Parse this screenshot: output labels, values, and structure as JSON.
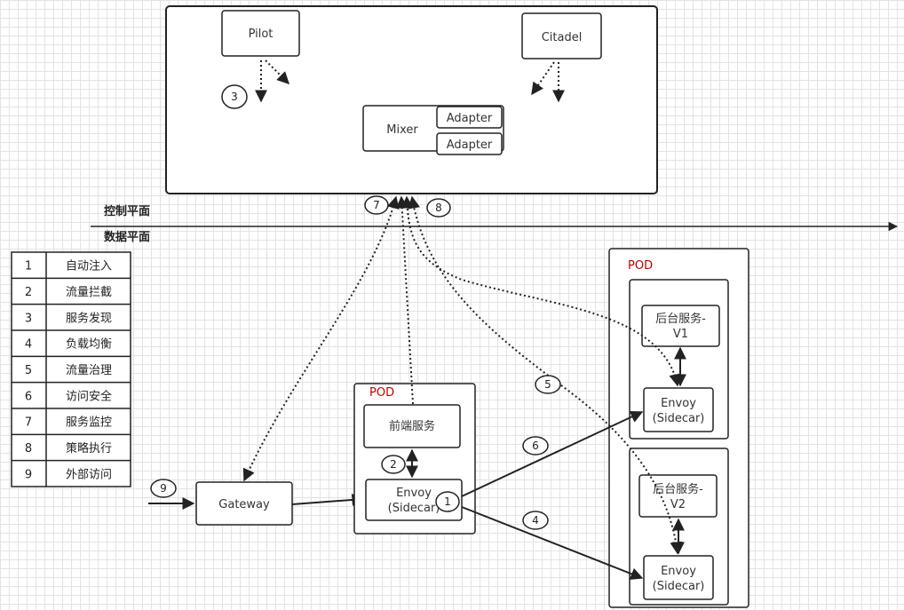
{
  "control_plane": {
    "pilot": "Pilot",
    "citadel": "Citadel",
    "mixer": "Mixer",
    "adapter_1": "Adapter",
    "adapter_2": "Adapter"
  },
  "plane_labels": {
    "control": "控制平面",
    "data": "数据平面"
  },
  "gateway": "Gateway",
  "frontend_pod": {
    "label": "POD",
    "service": "前端服务",
    "envoy_line1": "Envoy",
    "envoy_line2": "(Sidecar)"
  },
  "backend_pod": {
    "label": "POD",
    "v1_line1": "后台服务-",
    "v1_line2": "V1",
    "v2_line1": "后台服务-",
    "v2_line2": "V2",
    "envoy_line1": "Envoy",
    "envoy_line2": "(Sidecar)"
  },
  "markers": {
    "m1": "1",
    "m2": "2",
    "m3": "3",
    "m4": "4",
    "m5": "5",
    "m6": "6",
    "m7": "7",
    "m8": "8",
    "m9": "9"
  },
  "legend": [
    {
      "num": "1",
      "text": "自动注入"
    },
    {
      "num": "2",
      "text": "流量拦截"
    },
    {
      "num": "3",
      "text": "服务发现"
    },
    {
      "num": "4",
      "text": "负载均衡"
    },
    {
      "num": "5",
      "text": "流量治理"
    },
    {
      "num": "6",
      "text": "访问安全"
    },
    {
      "num": "7",
      "text": "服务监控"
    },
    {
      "num": "8",
      "text": "策略执行"
    },
    {
      "num": "9",
      "text": "外部访问"
    }
  ]
}
